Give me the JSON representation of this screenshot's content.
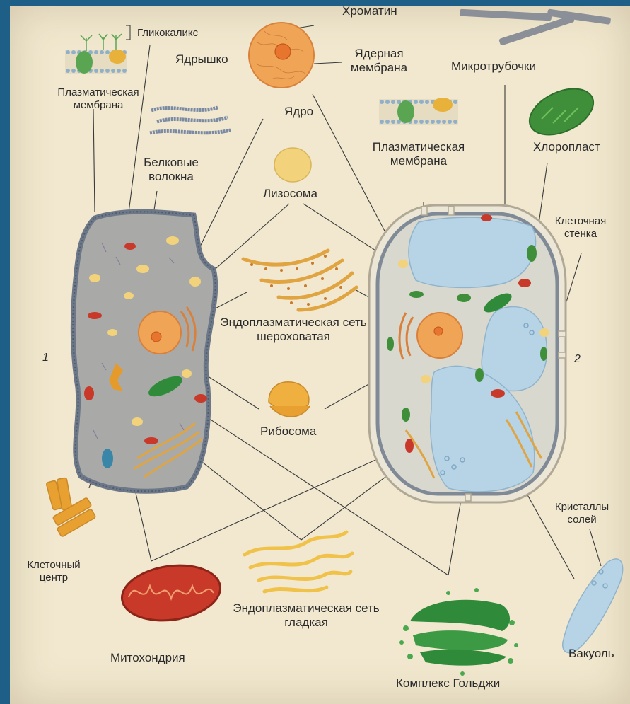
{
  "labels": {
    "chromatin": "Хроматин",
    "glycocalyx": "Гликокаликс",
    "nucleolus": "Ядрышко",
    "nuclear_membrane": "Ядерная мембрана",
    "microtubules": "Микротрубочки",
    "plasma_membrane_left": "Плазматическая мембрана",
    "nucleus": "Ядро",
    "plasma_membrane_right": "Плазматическая мембрана",
    "chloroplast": "Хлоропласт",
    "protein_fibers": "Белковые волокна",
    "lysosome": "Лизосома",
    "cell_wall": "Клеточная стенка",
    "rough_er": "Эндоплазматическая сеть шероховатая",
    "ribosome": "Рибосома",
    "cell_center": "Клеточный центр",
    "smooth_er": "Эндоплазматическая сеть гладкая",
    "mitochondrion": "Митохондрия",
    "golgi": "Комплекс Гольджи",
    "salt_crystals": "Кристаллы солей",
    "vacuole": "Вакуоль",
    "cell_number_animal": "1",
    "cell_number_plant": "2"
  },
  "colors": {
    "page": "#f1e8cf",
    "background": "#1d5f86",
    "animal_cytoplasm": "#a9aaa8",
    "plant_cytoplasm": "#d8d8cf",
    "vacuole": "#b7d3e6",
    "nucleus": "#f0a556",
    "chloroplast": "#3f8f3a",
    "golgi": "#2f8b3a",
    "mitochondrion": "#c9392a",
    "er": "#e0a440",
    "lysosome": "#f2d27a"
  }
}
